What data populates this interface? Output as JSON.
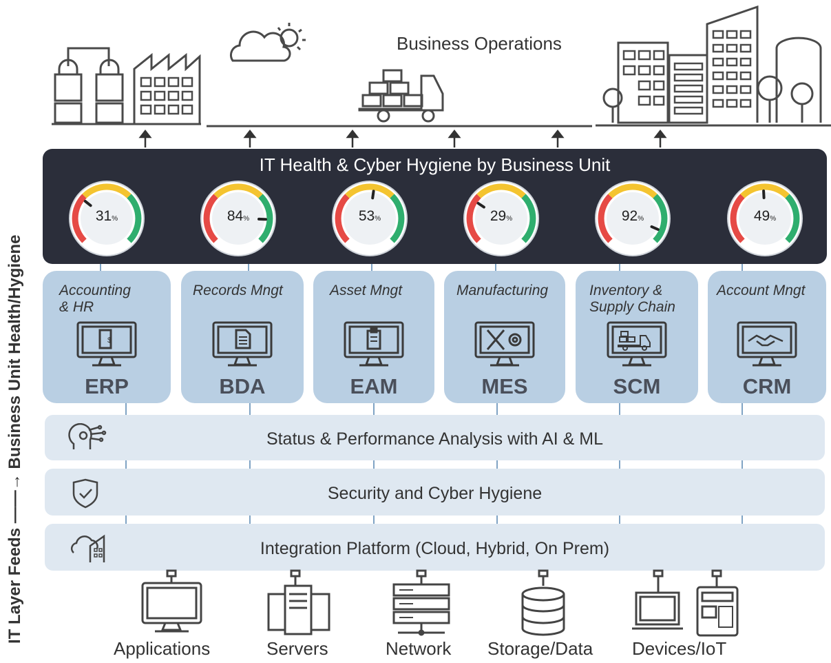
{
  "top": {
    "title": "Business Operations"
  },
  "health_panel": {
    "title": "IT Health & Cyber Hygiene by Business Unit",
    "gauges": [
      {
        "value": "31",
        "unit": "%"
      },
      {
        "value": "84",
        "unit": "%"
      },
      {
        "value": "53",
        "unit": "%"
      },
      {
        "value": "29",
        "unit": "%"
      },
      {
        "value": "92",
        "unit": "%"
      },
      {
        "value": "49",
        "unit": "%"
      }
    ],
    "gauge_colors": {
      "red": "#e64a45",
      "yellow": "#f4c430",
      "green": "#2fae6e"
    }
  },
  "units": [
    {
      "subtitle_1": "Accounting",
      "subtitle_2": "& HR",
      "code": "ERP",
      "icon": "finance-doc-icon"
    },
    {
      "subtitle_1": "Records Mngt",
      "subtitle_2": "",
      "code": "BDA",
      "icon": "document-icon"
    },
    {
      "subtitle_1": "Asset Mngt",
      "subtitle_2": "",
      "code": "EAM",
      "icon": "clipboard-icon"
    },
    {
      "subtitle_1": "Manufacturing",
      "subtitle_2": "",
      "code": "MES",
      "icon": "tools-gear-icon"
    },
    {
      "subtitle_1": "Inventory &",
      "subtitle_2": "Supply Chain",
      "code": "SCM",
      "icon": "truck-icon"
    },
    {
      "subtitle_1": "Account Mngt",
      "subtitle_2": "",
      "code": "CRM",
      "icon": "handshake-icon"
    }
  ],
  "layers": [
    {
      "label": "Status & Performance Analysis with AI & ML",
      "icon": "ai-head-icon"
    },
    {
      "label": "Security and Cyber Hygiene",
      "icon": "shield-check-icon"
    },
    {
      "label": "Integration Platform (Cloud, Hybrid, On Prem)",
      "icon": "cloud-building-icon"
    }
  ],
  "infrastructure": [
    "Applications",
    "Servers",
    "Network",
    "Storage/Data",
    "Devices/IoT"
  ],
  "side_label": "IT Layer Feeds ——→ Business Unit Health/Hygiene",
  "colors": {
    "panel_dark": "#2b2e3a",
    "card_blue": "#b9cfe3",
    "layer_light": "#dfe8f1",
    "line_gray": "#555555"
  }
}
